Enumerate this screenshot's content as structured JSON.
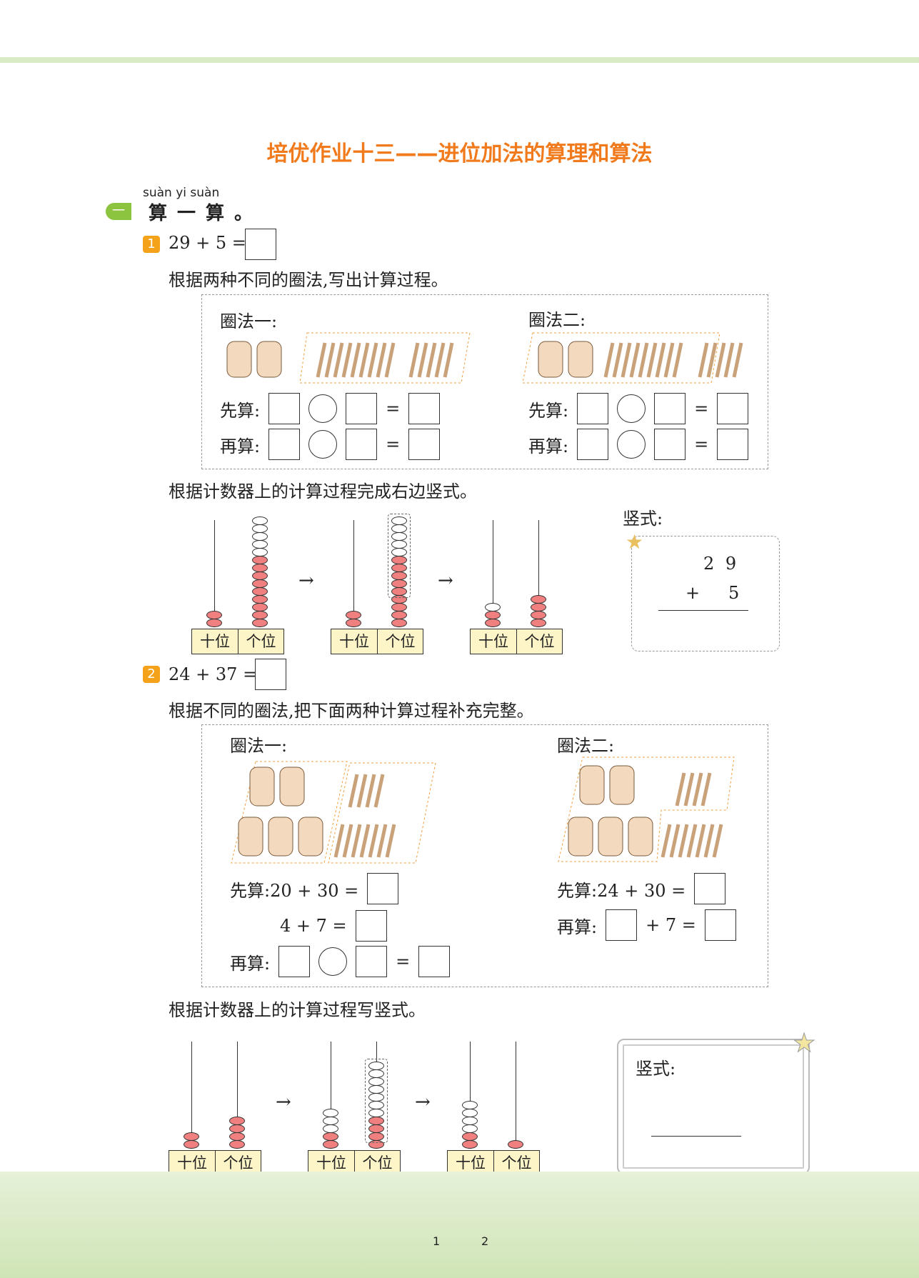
{
  "title": "培优作业十三——进位加法的算理和算法",
  "section": {
    "number": "一",
    "pinyin": "suàn yi suàn",
    "title": "算一算。"
  },
  "q1": {
    "number": "1",
    "expr": "29 + 5 =",
    "instruction": "根据两种不同的圈法,写出计算过程。",
    "method1": "圈法一:",
    "method2": "圈法二:",
    "first": "先算:",
    "then": "再算:",
    "eq": "=",
    "abacus_instruction": "根据计数器上的计算过程完成右边竖式。",
    "vertical_label": "竖式:",
    "vertical": {
      "top": "2 9",
      "op": "+",
      "bottom": "5"
    },
    "abacus": [
      {
        "tens_red": 2,
        "tens_white": 0,
        "ones_red": 9,
        "ones_white": 5
      },
      {
        "tens_red": 2,
        "tens_white": 0,
        "ones_red": 9,
        "ones_white": 5
      },
      {
        "tens_red": 2,
        "tens_white": 1,
        "ones_red": 4,
        "ones_white": 0
      }
    ]
  },
  "q2": {
    "number": "2",
    "expr": "24 + 37 =",
    "instruction": "根据不同的圈法,把下面两种计算过程补充完整。",
    "method1": "圈法一:",
    "method2": "圈法二:",
    "m1_first": "先算:20 + 30 =",
    "m1_second": "4 + 7 =",
    "m1_then": "再算:",
    "eq": "=",
    "m2_first": "先算:24 + 30 =",
    "m2_then": "再算:",
    "m2_plus": "+ 7 =",
    "abacus_instruction": "根据计数器上的计算过程写竖式。",
    "vertical_label": "竖式:",
    "abacus": [
      {
        "tens_red": 2,
        "tens_white": 0,
        "ones_red": 4,
        "ones_white": 0
      },
      {
        "tens_red": 2,
        "tens_white": 3,
        "ones_red": 4,
        "ones_white": 7
      },
      {
        "tens_red": 2,
        "tens_white": 4,
        "ones_red": 1,
        "ones_white": 0
      }
    ]
  },
  "place": {
    "tens": "十位",
    "ones": "个位"
  },
  "arrow": "→",
  "page": {
    "left": "1",
    "right": "2"
  },
  "colors": {
    "title": "#f07a1c",
    "bead": "#f08080",
    "badge": "#8cc43f",
    "qnum": "#f5a21b"
  }
}
